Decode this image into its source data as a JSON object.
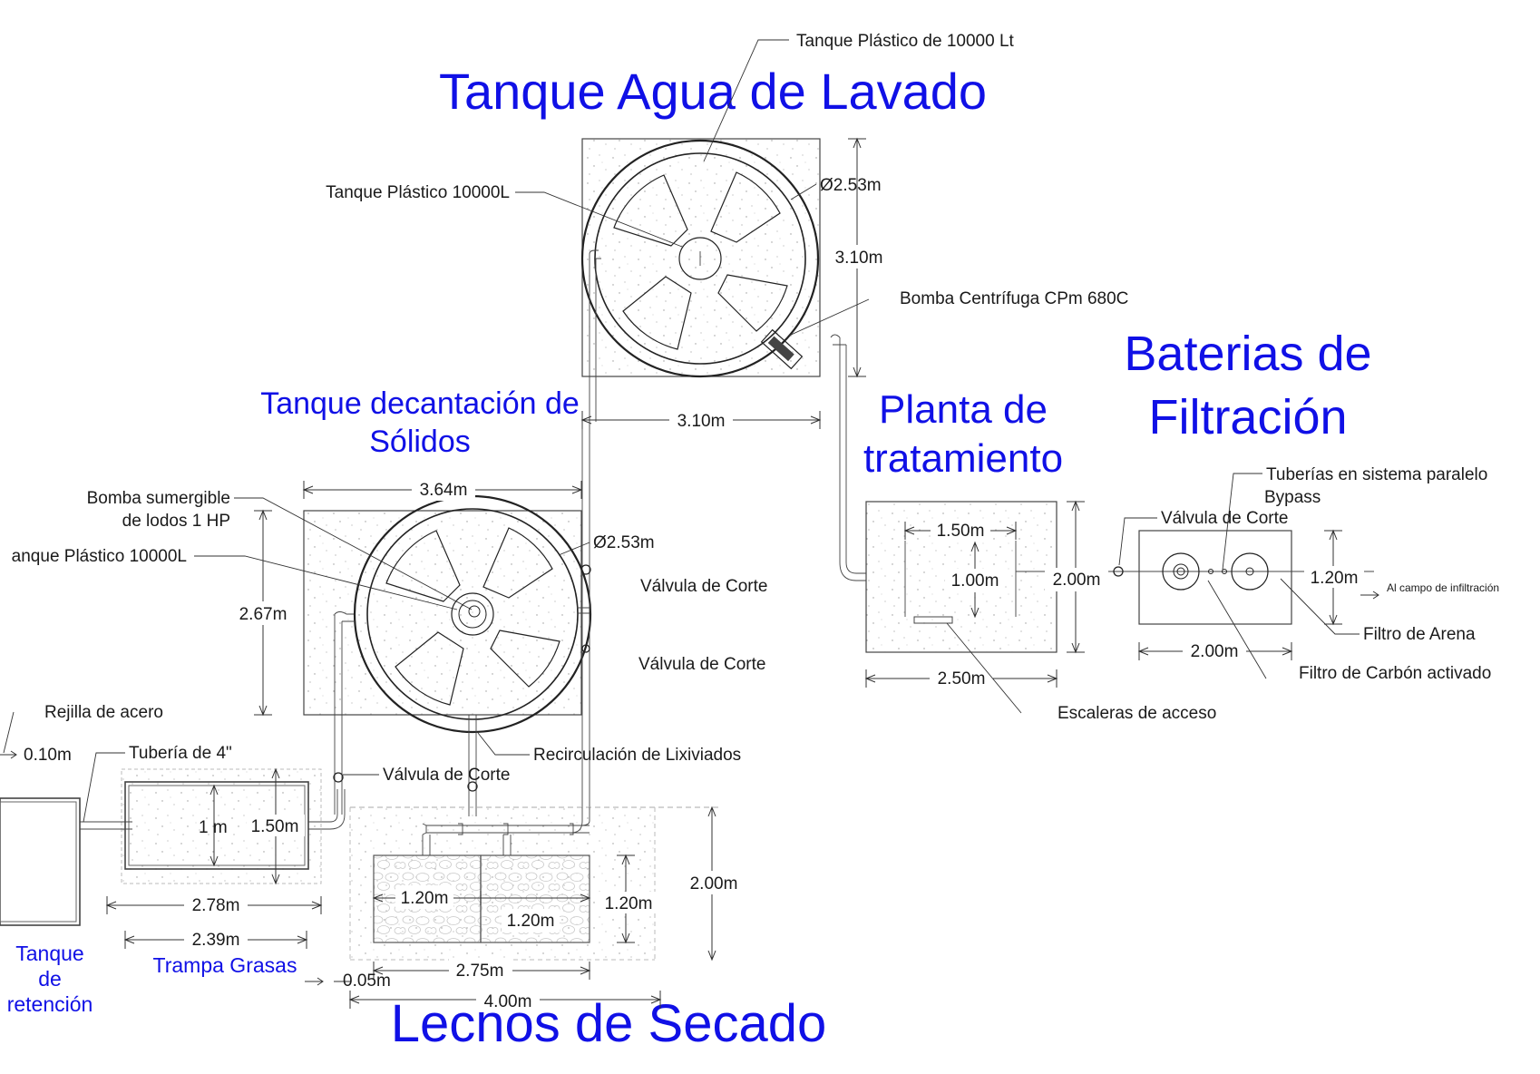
{
  "titles": {
    "tanque_lavado": "Tanque Agua de Lavado",
    "decantacion_1": "Tanque decantación de",
    "decantacion_2": "Sólidos",
    "planta_1": "Planta de",
    "planta_2": "tratamiento",
    "baterias_1": "Baterias de",
    "baterias_2": "Filtración",
    "lechos": "Lechos de Secado",
    "retencion_1": "Tanque",
    "retencion_2": "de",
    "retencion_3": "retención",
    "trampa": "Trampa Grasas"
  },
  "labels": {
    "tanque_10000_lt": "Tanque Plástico de 10000 Lt",
    "tanque_10000l_top": "Tanque Plástico 10000L",
    "tanque_10000l_mid": "anque Plástico 10000L",
    "bomba_centrifuga": "Bomba Centrífuga CPm 680C",
    "bomba_sumergible_1": "Bomba sumergible",
    "bomba_sumergible_2": "de lodos 1 HP",
    "valvula_corte_1": "Válvula de Corte",
    "valvula_corte_2": "Válvula de Corte",
    "valvula_corte_3": "Válvula de Corte",
    "valvula_corte_4": "Válvula de Corte",
    "rejilla": "Rejilla de acero",
    "tuberia_4": "Tubería de 4\"",
    "recirculacion": "Recirculación de Lixiviados",
    "tuberias_paralelo_1": "Tuberías en sistema paralelo",
    "tuberias_paralelo_2": "Bypass",
    "filtro_arena": "Filtro de Arena",
    "filtro_carbon": "Filtro de Carbón activado",
    "escaleras": "Escaleras de acceso",
    "campo_infiltracion": "Al campo de infiltración"
  },
  "dimensions": {
    "d_253_top": "Ø2.53m",
    "d_310_v": "3.10m",
    "d_310_h": "3.10m",
    "d_364": "3.64m",
    "d_253_mid": "Ø2.53m",
    "d_267": "2.67m",
    "d_010": "0.10m",
    "d_1m": "1 m",
    "d_150_trampa": "1.50m",
    "d_278": "2.78m",
    "d_239": "2.39m",
    "d_005": "0.05m",
    "d_120_a": "1.20m",
    "d_120_b": "1.20m",
    "d_120_c": "1.20m",
    "d_275": "2.75m",
    "d_400": "4.00m",
    "d_200_lechos": "2.00m",
    "d_150_planta": "1.50m",
    "d_100_planta": "1.00m",
    "d_200_planta": "2.00m",
    "d_250_planta": "2.50m",
    "d_120_filtros": "1.20m",
    "d_200_filtros": "2.00m"
  },
  "colors": {
    "title_blue": "#1010e6",
    "line": "#222222"
  }
}
